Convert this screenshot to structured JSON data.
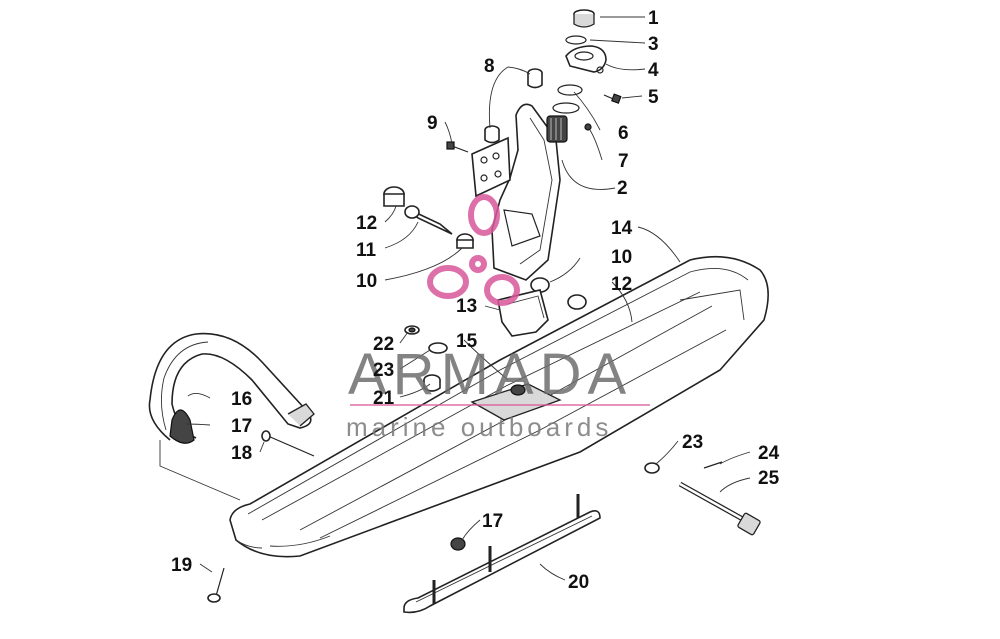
{
  "watermark": {
    "title": "ARMADA",
    "subtitle": "marine outboards",
    "logo_color": "#d8589a",
    "text_color": "#6e6e6e"
  },
  "callouts": [
    {
      "id": "c1",
      "label": "1"
    },
    {
      "id": "c3",
      "label": "3"
    },
    {
      "id": "c4",
      "label": "4"
    },
    {
      "id": "c5",
      "label": "5"
    },
    {
      "id": "c8",
      "label": "8"
    },
    {
      "id": "c9",
      "label": "9"
    },
    {
      "id": "c6",
      "label": "6"
    },
    {
      "id": "c7",
      "label": "7"
    },
    {
      "id": "c2",
      "label": "2"
    },
    {
      "id": "c14",
      "label": "14"
    },
    {
      "id": "c12a",
      "label": "12"
    },
    {
      "id": "c11",
      "label": "11"
    },
    {
      "id": "c10a",
      "label": "10"
    },
    {
      "id": "c10b",
      "label": "10"
    },
    {
      "id": "c12b",
      "label": "12"
    },
    {
      "id": "c13",
      "label": "13"
    },
    {
      "id": "c22",
      "label": "22"
    },
    {
      "id": "c15",
      "label": "15"
    },
    {
      "id": "c23a",
      "label": "23"
    },
    {
      "id": "c21",
      "label": "21"
    },
    {
      "id": "c16",
      "label": "16"
    },
    {
      "id": "c17a",
      "label": "17"
    },
    {
      "id": "c18",
      "label": "18"
    },
    {
      "id": "c23b",
      "label": "23"
    },
    {
      "id": "c24",
      "label": "24"
    },
    {
      "id": "c25",
      "label": "25"
    },
    {
      "id": "c17b",
      "label": "17"
    },
    {
      "id": "c19",
      "label": "19"
    },
    {
      "id": "c20",
      "label": "20"
    }
  ]
}
